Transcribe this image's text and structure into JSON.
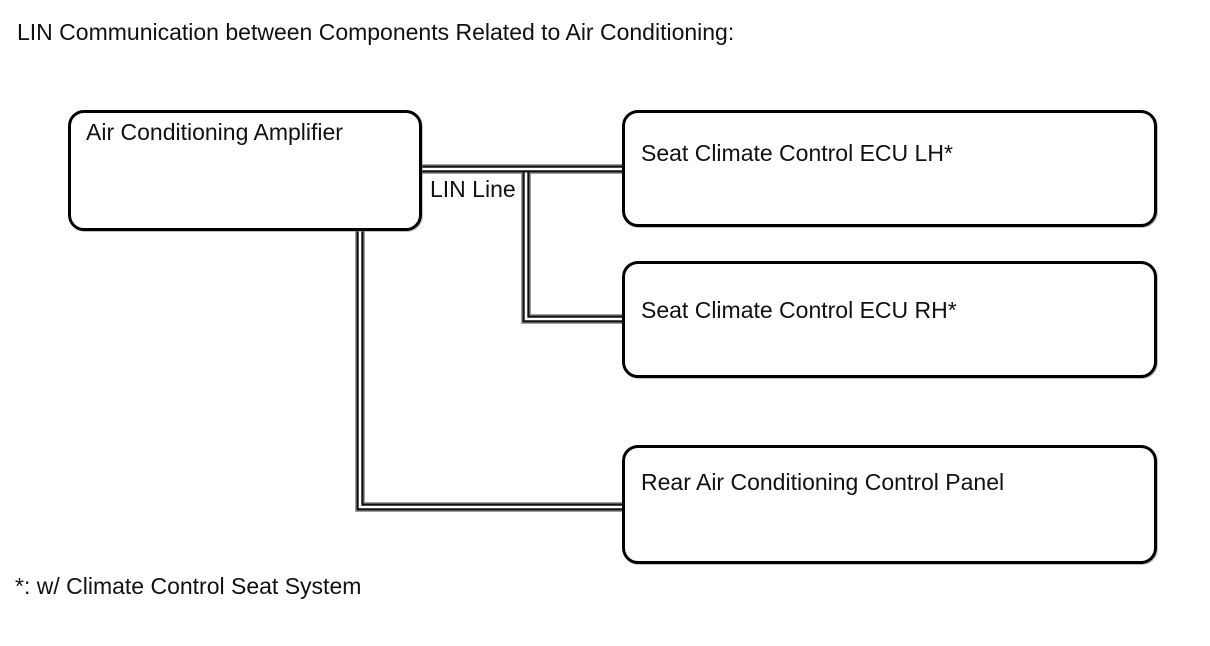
{
  "title": "LIN Communication between Components Related to Air Conditioning:",
  "nodes": {
    "amplifier": {
      "label": "Air Conditioning Amplifier"
    },
    "seat_lh": {
      "label": "Seat Climate Control ECU LH*"
    },
    "seat_rh": {
      "label": "Seat Climate Control ECU RH*"
    },
    "rear_panel": {
      "label": "Rear Air Conditioning Control Panel"
    }
  },
  "bus": {
    "label": "LIN Line",
    "style": "double-line"
  },
  "connections": [
    {
      "from": "Air Conditioning Amplifier",
      "to": "Seat Climate Control ECU LH*",
      "via": "LIN Line"
    },
    {
      "from": "Air Conditioning Amplifier",
      "to": "Seat Climate Control ECU RH*",
      "via": "LIN Line"
    },
    {
      "from": "Air Conditioning Amplifier",
      "to": "Rear Air Conditioning Control Panel",
      "via": "LIN Line"
    }
  ],
  "footnote": "*: w/ Climate Control Seat System",
  "colors": {
    "background": "#ffffff",
    "box_border": "#000000",
    "line_black": "#111111",
    "line_fringe": "#9e9e9e",
    "text": "#111111"
  }
}
